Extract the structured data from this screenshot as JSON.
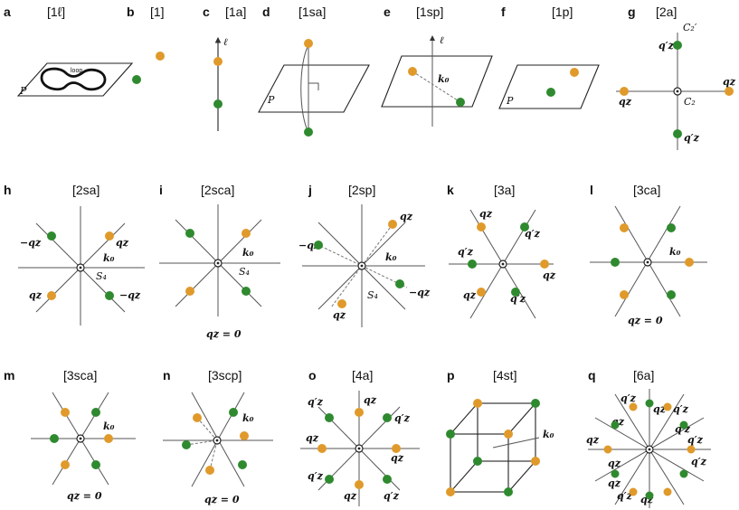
{
  "colors": {
    "orange": "#e09a2b",
    "green": "#2f8a2f",
    "line": "#555555"
  },
  "panels": [
    {
      "letter": "a",
      "code": "[1ℓ]",
      "labels": [
        "loop",
        "P"
      ]
    },
    {
      "letter": "b",
      "code": "[1]",
      "labels": []
    },
    {
      "letter": "c",
      "code": "[1a]",
      "labels": [
        "ℓ"
      ]
    },
    {
      "letter": "d",
      "code": "[1sa]",
      "labels": [
        "P"
      ]
    },
    {
      "letter": "e",
      "code": "[1sp]",
      "labels": [
        "ℓ",
        "k₀"
      ]
    },
    {
      "letter": "f",
      "code": "[1p]",
      "labels": [
        "P"
      ]
    },
    {
      "letter": "g",
      "code": "[2a]",
      "labels": [
        "C₂′",
        "q′z",
        "qz",
        "qz",
        "C₂",
        "q′z"
      ]
    },
    {
      "letter": "h",
      "code": "[2sa]",
      "labels": [
        "qz",
        "−qz",
        "k₀",
        "S₄",
        "qz",
        "−qz"
      ]
    },
    {
      "letter": "i",
      "code": "[2sca]",
      "labels": [
        "k₀",
        "S₄",
        "qz = 0"
      ]
    },
    {
      "letter": "j",
      "code": "[2sp]",
      "labels": [
        "qz",
        "−qz",
        "k₀",
        "S₄",
        "−qz",
        "qz"
      ]
    },
    {
      "letter": "k",
      "code": "[3a]",
      "labels": [
        "qz",
        "q′z",
        "q′z",
        "qz",
        "qz",
        "q′z"
      ]
    },
    {
      "letter": "l",
      "code": "[3ca]",
      "labels": [
        "k₀",
        "qz = 0"
      ]
    },
    {
      "letter": "m",
      "code": "[3sca]",
      "labels": [
        "k₀",
        "qz = 0"
      ]
    },
    {
      "letter": "n",
      "code": "[3scp]",
      "labels": [
        "k₀",
        "qz = 0"
      ]
    },
    {
      "letter": "o",
      "code": "[4a]",
      "labels": [
        "q′z",
        "qz",
        "q′z",
        "qz",
        "qz",
        "q′z",
        "qz",
        "q′z"
      ]
    },
    {
      "letter": "p",
      "code": "[4st]",
      "labels": [
        "k₀"
      ]
    },
    {
      "letter": "q",
      "code": "[6a]",
      "labels": [
        "q′z",
        "qz",
        "q′z",
        "qz",
        "q′z",
        "qz",
        "q′z",
        "qz",
        "q′z",
        "qz",
        "q′z",
        "qz"
      ]
    }
  ]
}
